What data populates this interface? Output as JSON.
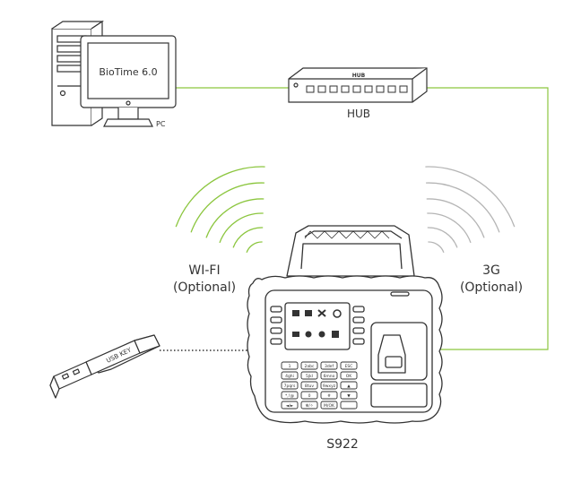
{
  "pc": {
    "screen_text": "BioTime 6.0",
    "label": "PC"
  },
  "hub": {
    "label": "HUB",
    "brand": "HUB"
  },
  "wifi": {
    "label": "WI-FI",
    "sublabel": "(Optional)"
  },
  "cellular": {
    "label": "3G",
    "sublabel": "(Optional)"
  },
  "usb": {
    "label": "USB KEY"
  },
  "device": {
    "label": "S922",
    "keys": [
      "1",
      "2abc",
      "3def",
      "ESC",
      "4ghi",
      "5jkl",
      "6mno",
      "OK",
      "7pqrs",
      "8tuv",
      "9wxyz",
      "▲",
      "*,!@",
      "0",
      "#",
      "▼",
      "◄/►",
      "✻/✧",
      "M/OK",
      ""
    ]
  },
  "colors": {
    "network_line": "#8cc63f",
    "wifi_wave": "#8cc63f",
    "cellular_wave": "#b5b5b5",
    "usb_link": "#333333",
    "outline": "#333333"
  }
}
